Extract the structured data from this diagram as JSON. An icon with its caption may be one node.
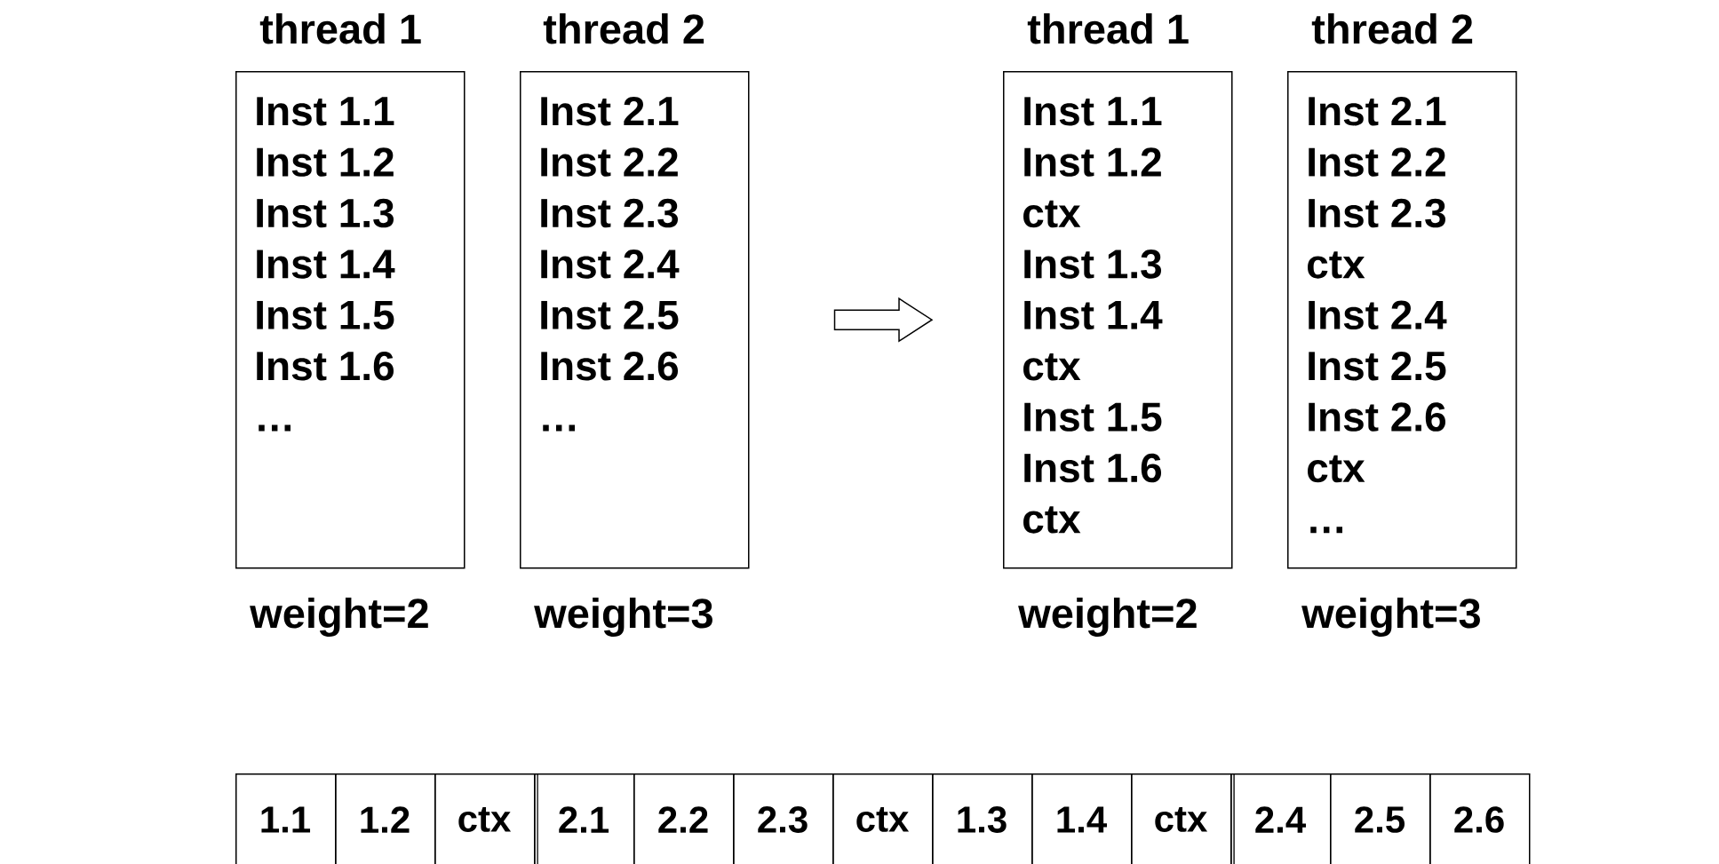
{
  "diagram": {
    "nodes": [
      {
        "text": [
          "thread 1",
          "Inst 1.1",
          "Inst 1.2",
          "Inst 1.3",
          "Inst 1.4",
          "Inst 1.5",
          "Inst 1.6",
          "…"
        ],
        "beside": [
          "weight=2"
        ]
      },
      {
        "text": [
          "thread 2",
          "Inst 2.1",
          "Inst 2.2",
          "Inst 2.3",
          "Inst 2.4",
          "Inst 2.5",
          "Inst 2.6",
          "…"
        ],
        "beside": [
          "weight=3"
        ]
      },
      {
        "text": [
          "thread 1",
          "Inst 1.1",
          "Inst 1.2",
          "ctx",
          "Inst 1.3",
          "Inst 1.4",
          "ctx",
          "Inst 1.5",
          "Inst 1.6",
          "ctx"
        ],
        "beside": [
          "weight=2"
        ]
      },
      {
        "text": [
          "thread 2",
          "Inst 2.1",
          "Inst 2.2",
          "Inst 2.3",
          "ctx",
          "Inst 2.4",
          "Inst 2.5",
          "Inst 2.6",
          "ctx",
          "…"
        ],
        "beside": [
          "weight=3"
        ]
      },
      {
        "text": [
          "1.1"
        ]
      },
      {
        "text": [
          "1.2"
        ]
      },
      {
        "text": [
          "ctx"
        ]
      },
      {
        "text": [
          "2.1"
        ]
      },
      {
        "text": [
          "2.2"
        ]
      },
      {
        "text": [
          "2.3"
        ]
      },
      {
        "text": [
          "ctx"
        ]
      },
      {
        "text": [
          "1.3"
        ]
      },
      {
        "text": [
          "1.4"
        ]
      },
      {
        "text": [
          "ctx"
        ]
      },
      {
        "text": [
          "2.4"
        ]
      },
      {
        "text": [
          "2.5"
        ]
      },
      {
        "text": [
          "2.6"
        ]
      }
    ],
    "edges": [
      {
        "from": 1,
        "to": 2,
        "arrow": "to"
      }
    ]
  }
}
